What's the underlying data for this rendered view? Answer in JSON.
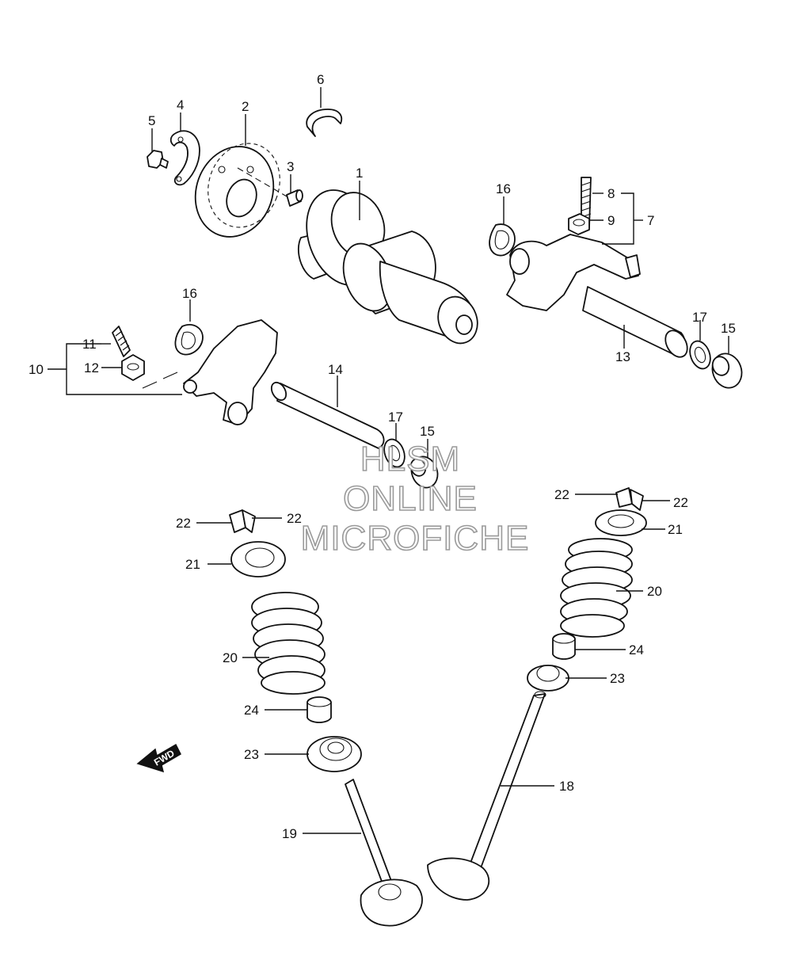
{
  "watermark": {
    "line1": "HLSM",
    "line2": "ONLINE",
    "line3": "MICROFICHE"
  },
  "fwd_label": "FWD",
  "callouts": {
    "c1": "1",
    "c2": "2",
    "c3": "3",
    "c4": "4",
    "c5": "5",
    "c6": "6",
    "c7": "7",
    "c8": "8",
    "c9": "9",
    "c10": "10",
    "c11": "11",
    "c12": "12",
    "c13": "13",
    "c14": "14",
    "c15a": "15",
    "c15b": "15",
    "c16a": "16",
    "c16b": "16",
    "c17a": "17",
    "c17b": "17",
    "c18": "18",
    "c19": "19",
    "c20a": "20",
    "c20b": "20",
    "c21a": "21",
    "c21b": "21",
    "c22a": "22",
    "c22b": "22",
    "c22c": "22",
    "c22d": "22",
    "c23a": "23",
    "c23b": "23",
    "c24a": "24",
    "c24b": "24"
  }
}
